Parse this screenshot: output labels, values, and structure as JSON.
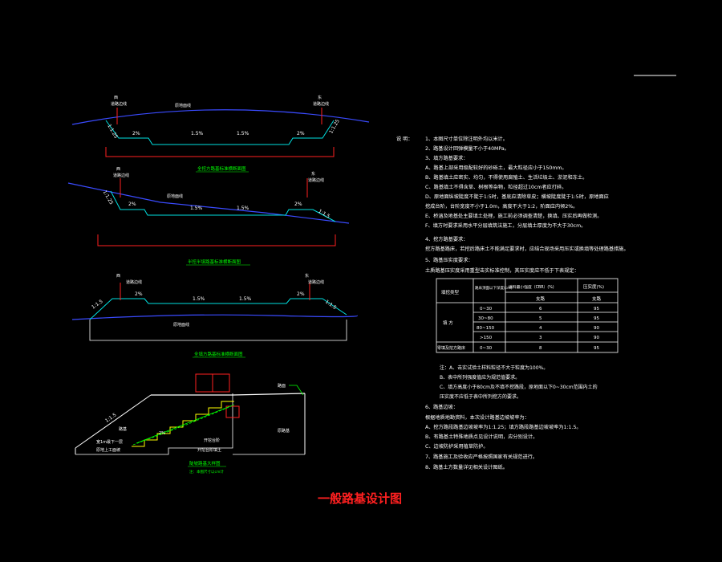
{
  "title": "一般路基设计图",
  "colors": {
    "background": "#000000",
    "ground_line": "#3a4bff",
    "road_line": "#00e0e0",
    "boundary": "#ff2020",
    "caption": "#00ff00",
    "label": "#ffffff",
    "notes": "#ffffff",
    "title": "#ff2020",
    "steps": "#ffff00"
  },
  "sections": [
    {
      "caption": "全挖方路基标准横断面图",
      "left_label_1": "西",
      "left_label_2": "道路边线",
      "right_label_1": "东",
      "right_label_2": "道路边线",
      "ground_label": "原地面线",
      "slope_left": "1:1.25",
      "slope_right": "1:1.25",
      "grades": [
        "2%",
        "1.5%",
        "1.5%",
        "2%"
      ]
    },
    {
      "caption": "半挖半填路基标准横断面图",
      "left_label_1": "西",
      "left_label_2": "道路边线",
      "right_label_1": "东",
      "right_label_2": "道路边线",
      "ground_label": "原地面线",
      "slope_left": "1:1.25",
      "slope_right": "1:1.5",
      "grades": [
        "2%",
        "1.5%",
        "1.5%",
        "2%"
      ]
    },
    {
      "caption": "全填方路基标准横断面图",
      "left_label_1": "西",
      "left_label_2": "道路边线",
      "right_label_1": "东",
      "right_label_2": "道路边线",
      "ground_label": "原地面线",
      "slope_left": "1:1.5",
      "slope_right": "1:1.5",
      "grades": [
        "2%",
        "1.5%",
        "1.5%",
        "2%"
      ]
    }
  ],
  "step_detail": {
    "caption": "陡坡路基大样图",
    "subcaption": "注：本图尺寸以cm计",
    "slope": "1:1.5",
    "left_labels": [
      "路基",
      "宽1m最下一层",
      "原地上工面坡"
    ],
    "right_labels": [
      "原路基",
      "开挖台阶",
      "开挖台阶填土"
    ],
    "top_label": "路面",
    "grade": "2%"
  },
  "notes": {
    "header": "说 明：",
    "items": [
      "1、本图尺寸单位除注明外均以米计。",
      "2、路基设计回弹模量不小于40MPa。",
      "3、填方路基要求：",
      "   A、路基上部采用级配较好的砂砾土，最大粒径应小于150mm。",
      "   B、路基填土应密实、均匀，不得使用腐殖土、生活垃圾土、淤泥和冻土。",
      "   C、路基填土不得含草、树根等杂物，粒径超过10cm者应打碎。",
      "   D、原地面纵坡陡度不陡于1:5时，基底应清除草皮；横坡陡度陡于1:5时，原地面应",
      "      挖成台阶，台阶宽度不小于1.0m，高度不大于1:2，阶面应内倾2%。",
      "   E、桥涵及地基处主要填土处理，施工前必须调查清楚，换填、压实后再做检测。",
      "   F、填方时要求采用水平分层填筑法施工，分层填土厚度为不大于30cm。",
      "4、挖方路基要求：",
      "   挖方路基路床，若挖后路床土不能满足要求时，应结合现场采用压实或换填等处理路基措施。",
      "5、路基压实度要求：",
      "   土质路基压实度采用重型击实标准控制，其压实度应不低于下表规定："
    ],
    "table": {
      "headers": [
        "填挖类型",
        "路床顶面以下深度(cm)",
        "填料最小强度（CBR）(%)",
        "压实度(%)"
      ],
      "subheaders": [
        "支路",
        "支路"
      ],
      "group_label": "填  方",
      "cut_label": "零填及挖方路床",
      "rows": [
        [
          "0~30",
          "6",
          "95"
        ],
        [
          "30~80",
          "5",
          "95"
        ],
        [
          "80~150",
          "4",
          "90"
        ],
        [
          ">150",
          "3",
          "90"
        ],
        [
          "0~30",
          "8",
          "95"
        ]
      ]
    },
    "footnotes": [
      "注：A、击实试验土样料粒径不大于粒度为100%。",
      "    B、表中所列强度值应为规范值要求。",
      "    C、填方高度小于80cm及不填不挖路段，原地面以下0~30cm范围内土的",
      "       压实度不应低于表中所列挖方的要求。"
    ],
    "items2": [
      "6、路基边坡：",
      "   根据地质地勘资料，本次设计路基边坡坡率为：",
      "   A、挖方路段路基边坡坡率为1:1.25；填方路段路基边坡坡率为1:1.5。",
      "   B、有路基土特殊地质点见设计说明，应分别设计。",
      "   C、边坡防护采用植草防护。",
      "7、路基施工及验收应严格按照国家有关规范进行。",
      "8、路基土方数量详见相关设计图纸。"
    ]
  }
}
